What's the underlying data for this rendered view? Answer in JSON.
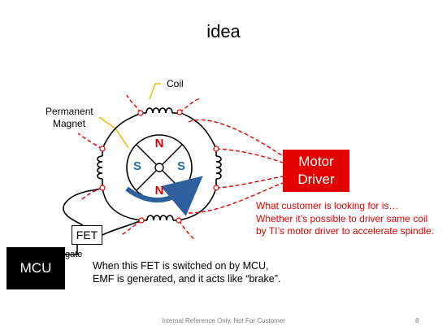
{
  "title": "idea",
  "labels": {
    "coil": "Coil",
    "magnet_line1": "Permanent",
    "magnet_line2": "Magnet",
    "fet": "FET",
    "gate": "gate",
    "mcu": "MCU",
    "motor_driver_line1": "Motor",
    "motor_driver_line2": "Driver"
  },
  "rotor_poles": {
    "top": "N",
    "bottom": "N",
    "left": "S",
    "right": "S"
  },
  "notes": {
    "red": [
      "What customer is looking for is…",
      "Whether it’s possible to driver same coil",
      "by TI’s motor driver to accelerate spindle."
    ],
    "black": [
      "When this FET is switched on by MCU,",
      "EMF is generated, and it acts like “brake”."
    ]
  },
  "footer": {
    "text": "Internal Reference Only, Not For Customer",
    "page": "8"
  },
  "colors": {
    "accent_red": "#e30000",
    "pole_n": "#e30000",
    "pole_s": "#1f6fc6",
    "rotation_arrow": "#2e5f9e",
    "callout_line": "#f2b800"
  }
}
